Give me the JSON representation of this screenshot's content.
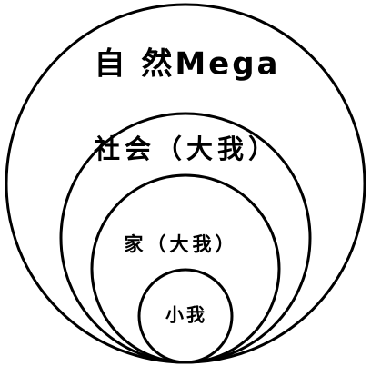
{
  "diagram": {
    "title": "",
    "stroke_color": "#000000",
    "background_color": "#ffffff",
    "rings": [
      {
        "id": "nature",
        "label": "自 然Mega"
      },
      {
        "id": "society",
        "label": "社会（大我）"
      },
      {
        "id": "family",
        "label": "家（大我）"
      },
      {
        "id": "self",
        "label": "小我"
      }
    ]
  }
}
